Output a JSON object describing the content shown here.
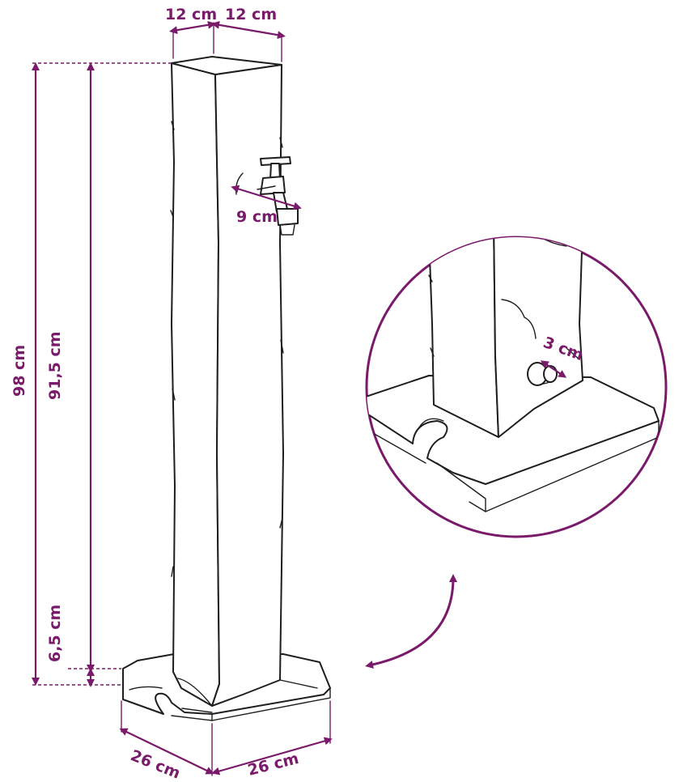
{
  "dimensions": {
    "top_width_left": "12 cm",
    "top_width_right": "12 cm",
    "total_height": "98 cm",
    "column_height": "91,5 cm",
    "base_height": "6,5 cm",
    "tap_width": "9 cm",
    "base_width_left": "26 cm",
    "base_width_right": "26 cm",
    "hose_connector": "3 cm"
  },
  "colors": {
    "accent": "#7a1a6a",
    "outline": "#1e1e1e",
    "background": "#ffffff"
  }
}
